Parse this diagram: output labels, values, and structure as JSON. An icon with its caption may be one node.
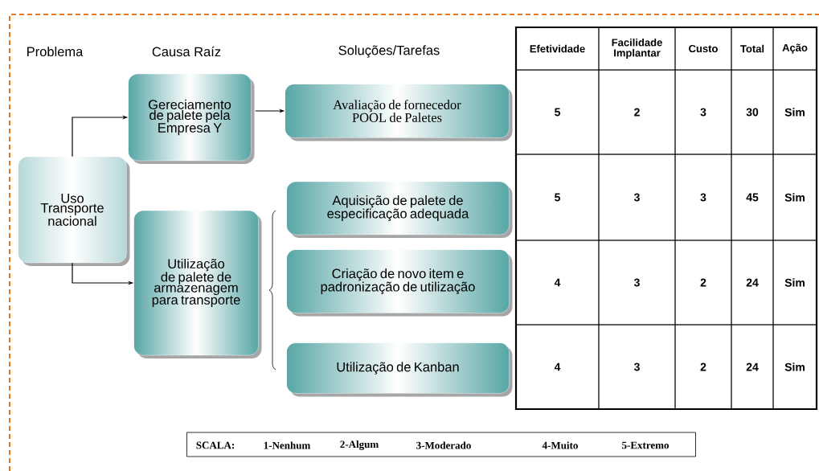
{
  "diagram": {
    "nodes": [
      {
        "text": [
          "Uso Transporte nacional"
        ]
      },
      {
        "text": [
          "Gereciamento de palete pela Empresa Y"
        ]
      },
      {
        "text": [
          "Utilização de palete de armazenagem para transporte"
        ]
      },
      {
        "text": [
          "Avaliação de fornecedor POOL de Paletes"
        ]
      },
      {
        "text": [
          "Aquisição de palete de especificação adequada"
        ]
      },
      {
        "text": [
          "Criação de novo item e padronização de utilização"
        ]
      },
      {
        "text": [
          "Utilização de Kanban"
        ]
      },
      {
        "text": [
          "SCALA:",
          "1-Nenhum",
          "2-Algum",
          "3-Moderado",
          "4-Muito",
          "5-Extremo"
        ]
      }
    ],
    "edges": [
      {
        "from": 0,
        "to": 1,
        "arrow": "to"
      },
      {
        "from": 0,
        "to": 2,
        "arrow": "to"
      },
      {
        "from": 1,
        "to": 3,
        "arrow": "to"
      }
    ],
    "labels": [
      "Problema",
      "Causa Raíz",
      "Soluções/Tarefas",
      "Efetividade",
      "Facilidade Implantar",
      "Custo",
      "Total",
      "Ação",
      "5",
      "2",
      "3",
      "30",
      "Sim",
      "5",
      "3",
      "3",
      "45",
      "Sim",
      "4",
      "3",
      "2",
      "24",
      "Sim",
      "4",
      "3",
      "2",
      "24",
      "Sim"
    ]
  }
}
